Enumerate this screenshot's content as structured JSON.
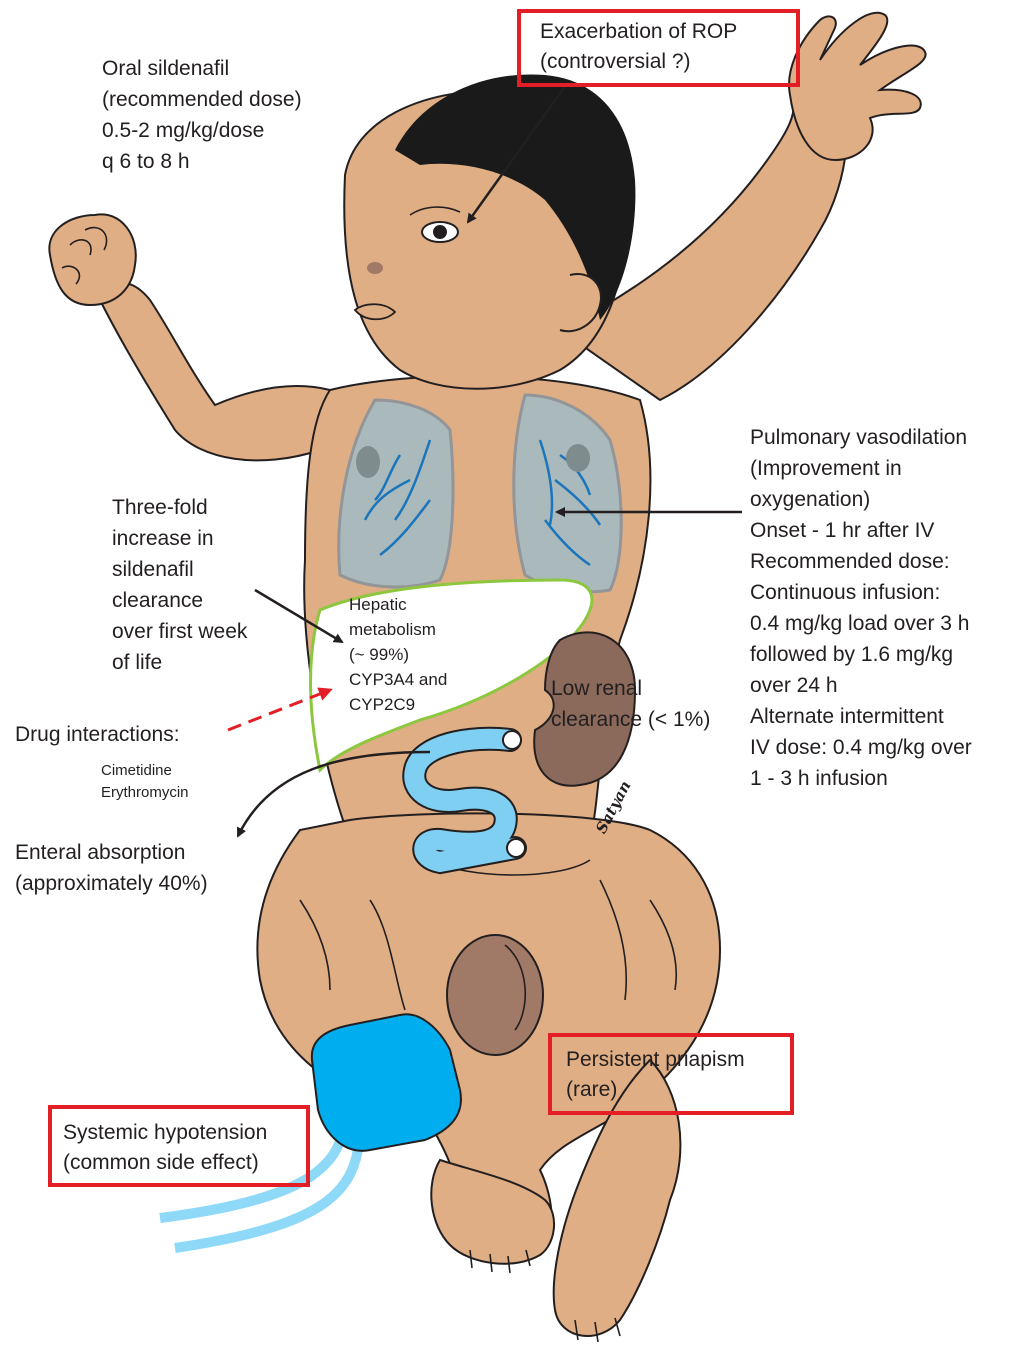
{
  "callouts": {
    "dosing": {
      "lines": [
        "Oral sildenafil",
        "(recommended dose)",
        "0.5-2 mg/kg/dose",
        "q 6 to 8 h"
      ]
    },
    "rop": {
      "lines": [
        "Exacerbation of ROP",
        "(controversial ?)"
      ]
    },
    "pulmonary": {
      "lines": [
        "Pulmonary vasodilation",
        "(Improvement in",
        "oxygenation)",
        "Onset - 1 hr after IV",
        "Recommended dose:",
        "Continuous infusion:",
        "0.4 mg/kg load over 3 h",
        "followed by 1.6 mg/kg",
        "over 24 h",
        "Alternate intermittent",
        "IV dose: 0.4 mg/kg over",
        "1 - 3 h infusion"
      ]
    },
    "clearance": {
      "lines": [
        "Three-fold",
        "increase in",
        "sildenafil",
        "clearance",
        "over first week",
        "of life"
      ]
    },
    "hepatic": {
      "lines": [
        "Hepatic",
        "metabolism",
        "(~ 99%)",
        "CYP3A4 and",
        "CYP2C9"
      ]
    },
    "renal": {
      "lines": [
        "Low renal",
        "clearance (< 1%)"
      ]
    },
    "interactions": {
      "title": "Drug interactions:",
      "drugs": [
        "Cimetidine",
        "Erythromycin"
      ]
    },
    "enteral": {
      "lines": [
        "Enteral absorption",
        "(approximately 40%)"
      ]
    },
    "priapism": {
      "lines": [
        "Persistent priapism",
        "(rare)"
      ]
    },
    "hypotension": {
      "lines": [
        "Systemic hypotension",
        "(common side effect)"
      ]
    }
  },
  "signature": "Satyan",
  "colors": {
    "skin": "#e0ae84",
    "outline": "#231f20",
    "hair": "#1a1a1a",
    "lung_fill": "#a9b9bc",
    "lung_vessel": "#1b75bc",
    "liver_fill": "#ffffff",
    "liver_outline": "#8dc63f",
    "kidney": "#8b6a5c",
    "intestine": "#7ecff2",
    "cuff": "#00aeef",
    "tube": "#8ed8f8",
    "highlight_box": "#e31e24",
    "dashed_arrow": "#e31e24"
  }
}
